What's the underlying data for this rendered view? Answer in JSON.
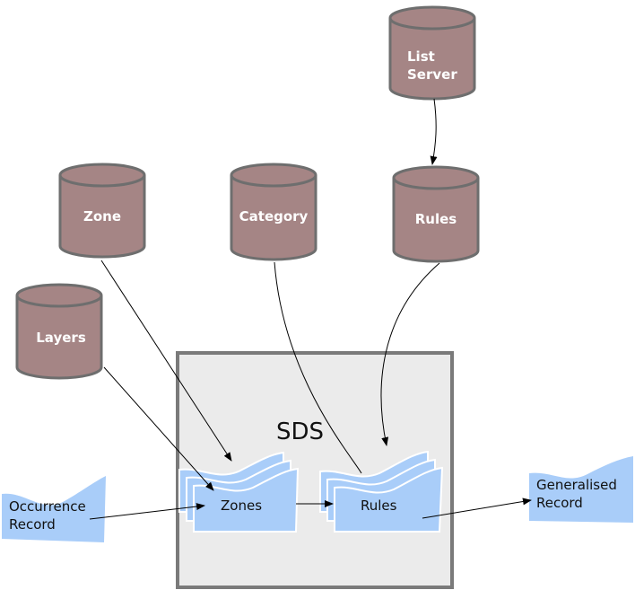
{
  "system": {
    "label": "SDS"
  },
  "databases": {
    "list_server": {
      "line1": "List",
      "line2": "Server"
    },
    "zone": {
      "label": "Zone"
    },
    "category": {
      "label": "Category"
    },
    "rules": {
      "label": "Rules"
    },
    "layers": {
      "label": "Layers"
    }
  },
  "documents": {
    "occurrence": {
      "line1": "Occurrence",
      "line2": "Record"
    },
    "zones": {
      "label": "Zones"
    },
    "rules": {
      "label": "Rules"
    },
    "generalised": {
      "line1": "Generalised",
      "line2": "Record"
    }
  },
  "colors": {
    "cylinder_fill": "#a58585",
    "cylinder_stroke": "#6e6e6e",
    "document_fill": "#a9cdf9",
    "document_stroke": "#ffffff",
    "box_fill": "#ebebeb",
    "box_stroke": "#7a7a7a",
    "connector": "#000000"
  }
}
